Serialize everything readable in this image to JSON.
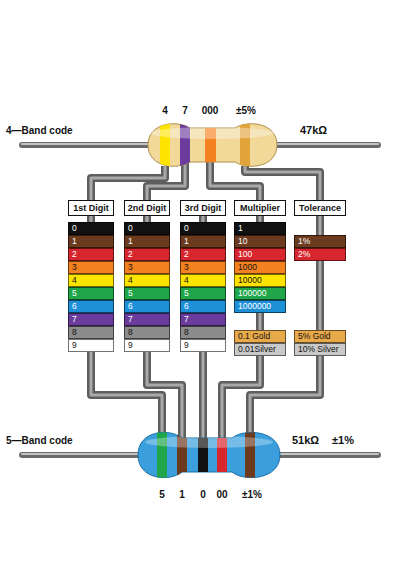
{
  "diagram": {
    "nodes": [
      {
        "text": [
          "1st Digit"
        ]
      },
      {
        "text": [
          "2nd Digit"
        ]
      },
      {
        "text": [
          "3rd Digit"
        ]
      },
      {
        "text": [
          "Multiplier"
        ]
      },
      {
        "text": [
          "Tolerance"
        ]
      },
      {
        "text": [
          "0"
        ]
      },
      {
        "text": [
          "1"
        ]
      },
      {
        "text": [
          "2"
        ]
      },
      {
        "text": [
          "3"
        ]
      },
      {
        "text": [
          "4"
        ]
      },
      {
        "text": [
          "5"
        ]
      },
      {
        "text": [
          "6"
        ]
      },
      {
        "text": [
          "7"
        ]
      },
      {
        "text": [
          "8"
        ]
      },
      {
        "text": [
          "9"
        ]
      },
      {
        "text": [
          "0"
        ]
      },
      {
        "text": [
          "1"
        ]
      },
      {
        "text": [
          "2"
        ]
      },
      {
        "text": [
          "3"
        ]
      },
      {
        "text": [
          "4"
        ]
      },
      {
        "text": [
          "5"
        ]
      },
      {
        "text": [
          "6"
        ]
      },
      {
        "text": [
          "7"
        ]
      },
      {
        "text": [
          "8"
        ]
      },
      {
        "text": [
          "9"
        ]
      },
      {
        "text": [
          "0"
        ]
      },
      {
        "text": [
          "1"
        ]
      },
      {
        "text": [
          "2"
        ]
      },
      {
        "text": [
          "3"
        ]
      },
      {
        "text": [
          "4"
        ]
      },
      {
        "text": [
          "5"
        ]
      },
      {
        "text": [
          "6"
        ]
      },
      {
        "text": [
          "7"
        ]
      },
      {
        "text": [
          "8"
        ]
      },
      {
        "text": [
          "9"
        ]
      },
      {
        "text": [
          "1"
        ]
      },
      {
        "text": [
          "10"
        ]
      },
      {
        "text": [
          "100"
        ]
      },
      {
        "text": [
          "1000"
        ]
      },
      {
        "text": [
          "10000"
        ]
      },
      {
        "text": [
          "100000"
        ]
      },
      {
        "text": [
          "1000000"
        ]
      },
      {
        "text": [
          "0.1 Gold"
        ]
      },
      {
        "text": [
          "0.01Silver"
        ]
      },
      {
        "text": [
          "1%"
        ]
      },
      {
        "text": [
          "2%"
        ]
      },
      {
        "text": [
          "5% Gold"
        ]
      },
      {
        "text": [
          "10% Silver"
        ]
      }
    ],
    "labels": [
      "4",
      "7",
      "000",
      "±5%",
      "4—Band code",
      "47kΩ",
      "5—Band code",
      "51kΩ",
      "±1%",
      "5",
      "1",
      "0",
      "00",
      "±1%"
    ]
  }
}
